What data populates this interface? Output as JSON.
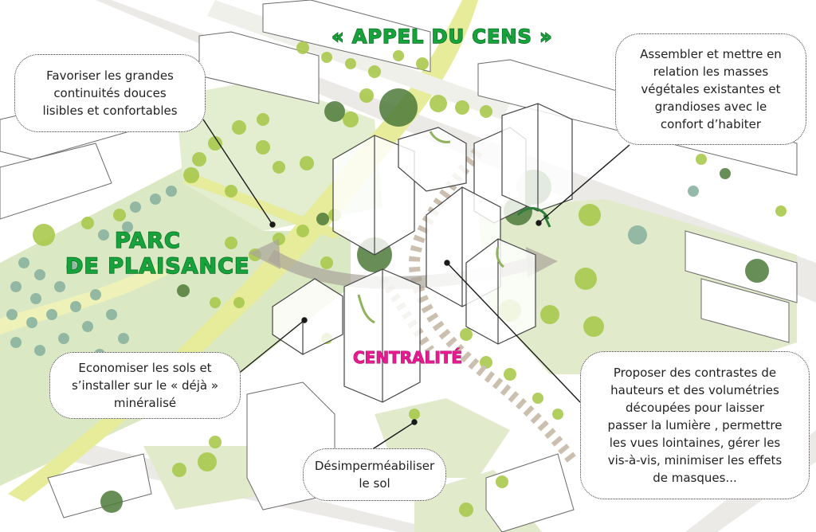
{
  "titles": {
    "appel": "« APPEL DU CENS »",
    "parc_line1": "PARC",
    "parc_line2": "DE PLAISANCE",
    "centralite": "CENTRALITÉ"
  },
  "callouts": {
    "continuites": "Favoriser les grandes\ncontinuités douces\nlisibles et confortables",
    "masses": "Assembler et mettre en\nrelation les masses\nvégétales existantes et\ngrandioses avec le\nconfort d’habiter",
    "sols": "Economiser les sols et\ns’installer sur le « déjà »\nminéralisé",
    "desimper": "Désimperméabiliser\nle sol",
    "contrastes": "Proposer des contrastes de\nhauteurs et des volumétries\ndécoupées pour laisser\npasser la lumière , permettre\nles vues lointaines, gérer les\nvis-à-vis, minimiser les effets\nde masques..."
  },
  "colors": {
    "title_green": "#17a33b",
    "title_magenta": "#e51b8f",
    "park_green": "#dbe8c4",
    "path_yellow": "#e6ec9a",
    "tree_green": "#a9c94d",
    "dark_tree": "#4e7a3a"
  }
}
